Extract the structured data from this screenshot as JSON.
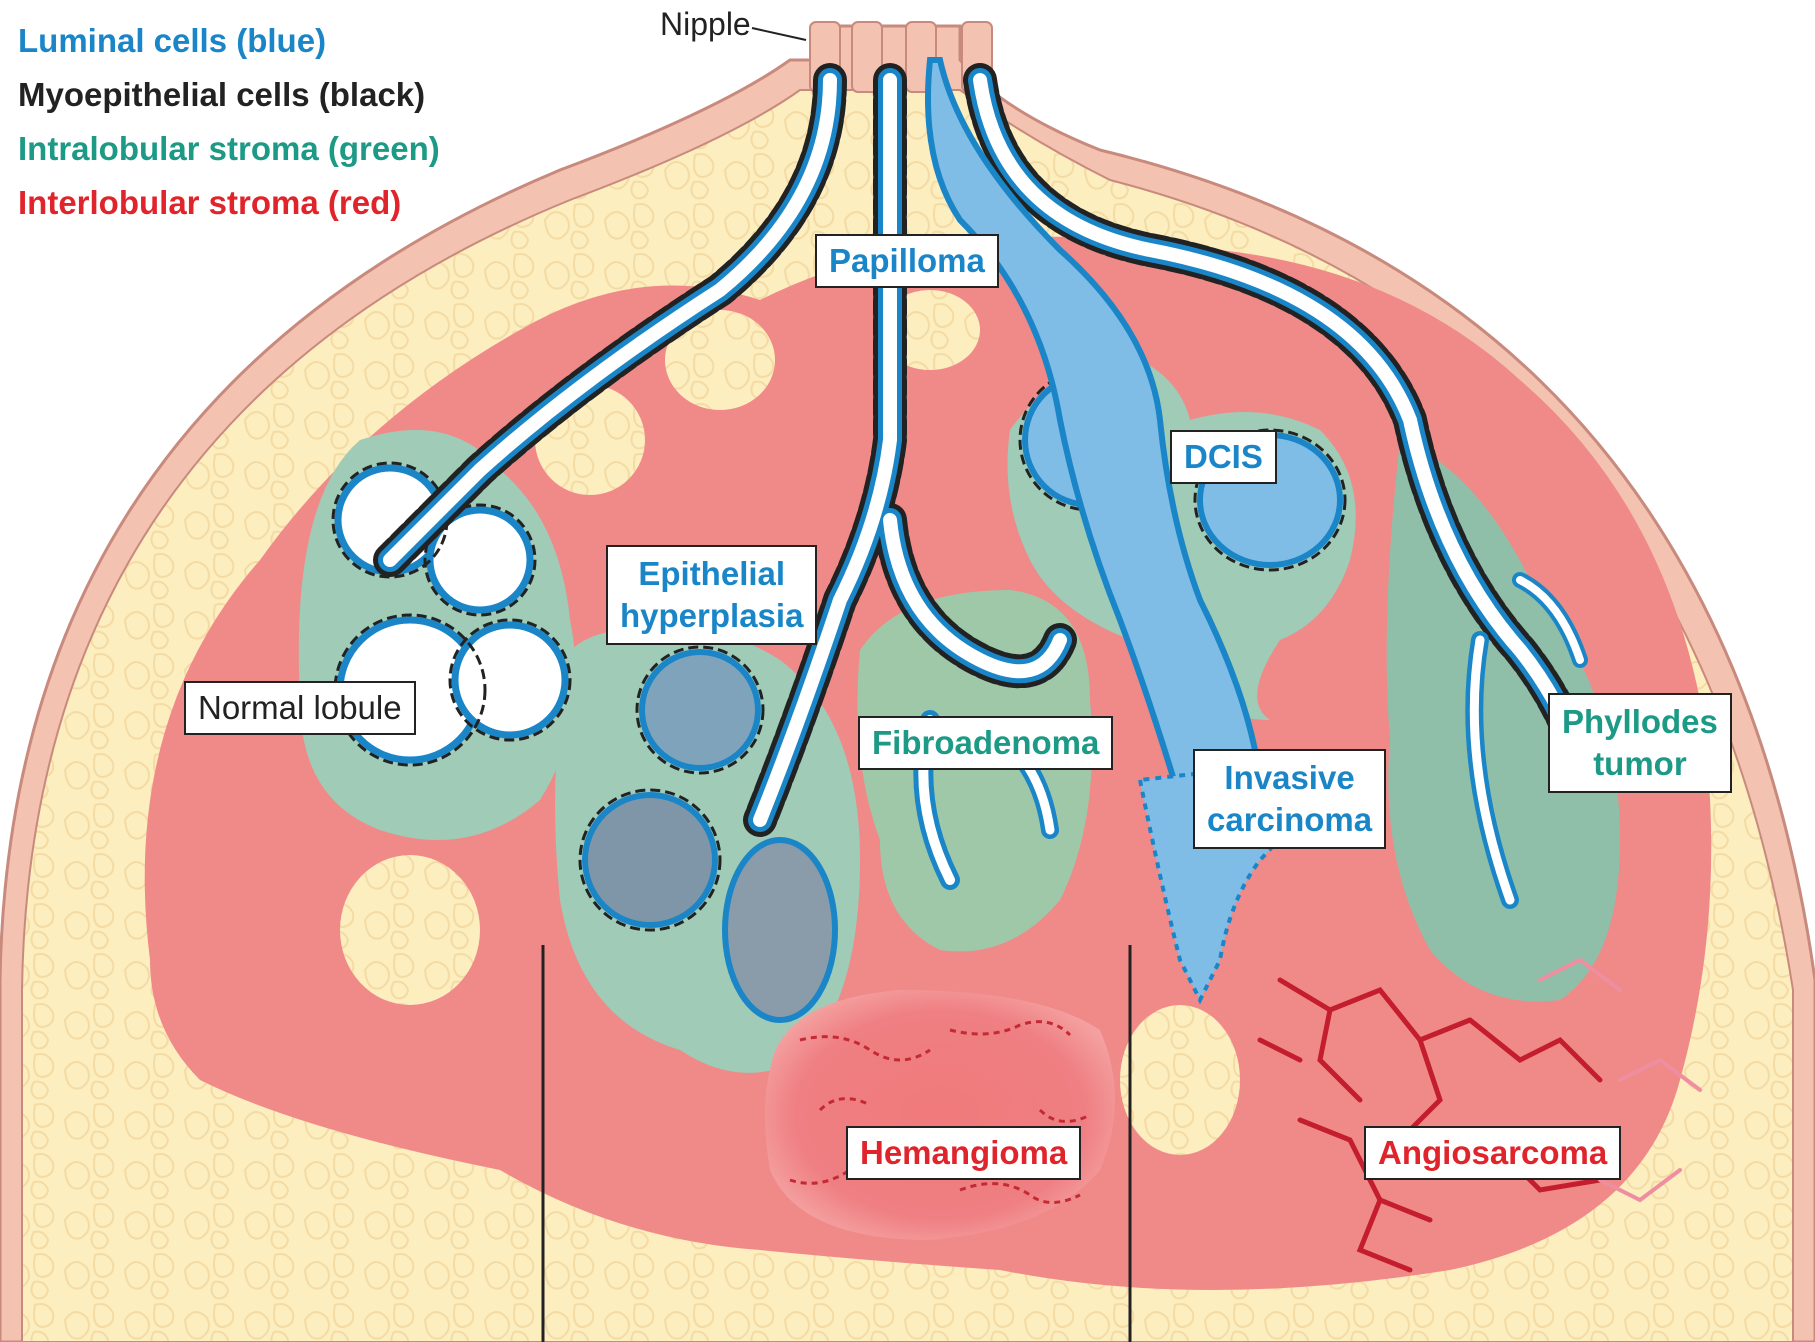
{
  "legend": {
    "luminal": "Luminal cells (blue)",
    "myoepithelial": "Myoepithelial cells (black)",
    "intralobular": "Intralobular stroma (green)",
    "interlobular": "Interlobular stroma (red)"
  },
  "labels": {
    "nipple": "Nipple",
    "papilloma": "Papilloma",
    "dcis": "DCIS",
    "epithelial_hyperplasia_1": "Epithelial",
    "epithelial_hyperplasia_2": "hyperplasia",
    "normal_lobule": "Normal lobule",
    "fibroadenoma": "Fibroadenoma",
    "invasive_carcinoma_1": "Invasive",
    "invasive_carcinoma_2": "carcinoma",
    "phyllodes_tumor_1": "Phyllodes",
    "phyllodes_tumor_2": "tumor",
    "hemangioma": "Hemangioma",
    "angiosarcoma": "Angiosarcoma"
  },
  "colors": {
    "luminal": "#1a86c8",
    "myoepithelial": "#222222",
    "intralobular": "#1c9a86",
    "interlobular": "#e0242b",
    "fat": "#fdeec0",
    "skin": "#f3c2b0",
    "stroma_red": "#f08a88",
    "stroma_green": "#9fcbb7"
  }
}
